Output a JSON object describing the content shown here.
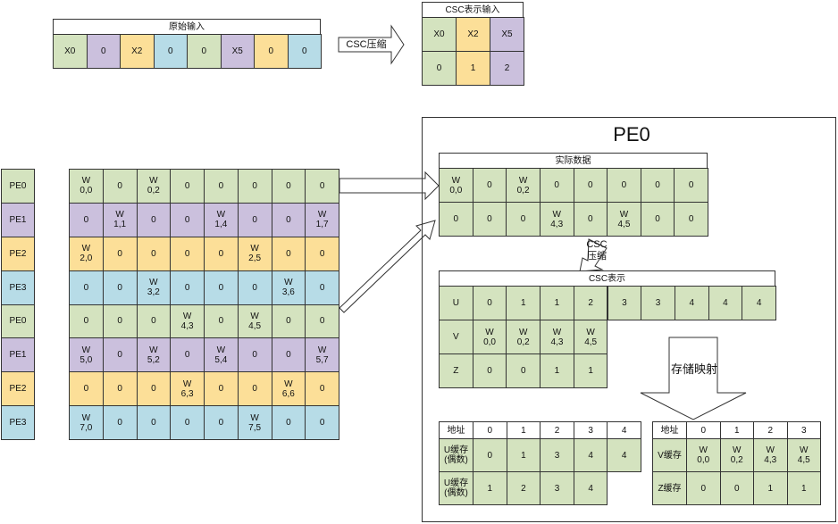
{
  "orig": {
    "title": "原始输入",
    "cells": [
      "X0",
      "0",
      "X2",
      "0",
      "0",
      "X5",
      "0",
      "0"
    ],
    "colors": [
      "g",
      "p",
      "y",
      "b",
      "g",
      "p",
      "y",
      "b"
    ]
  },
  "csc_arrow_label": "CSC压缩",
  "csc_top": {
    "title": "CSC表示输入",
    "row1": [
      "X0",
      "X2",
      "X5"
    ],
    "row2": [
      "0",
      "1",
      "2"
    ],
    "colors": [
      "g",
      "y",
      "p"
    ]
  },
  "pe_labels": [
    "PE0",
    "PE1",
    "PE2",
    "PE3",
    "PE0",
    "PE1",
    "PE2",
    "PE3"
  ],
  "pe_colors": [
    "g",
    "p",
    "y",
    "b",
    "g",
    "p",
    "y",
    "b"
  ],
  "matrix": [
    [
      "W\n0,0",
      "0",
      "W\n0,2",
      "0",
      "0",
      "0",
      "0",
      "0"
    ],
    [
      "0",
      "W\n1,1",
      "0",
      "0",
      "W\n1,4",
      "0",
      "0",
      "W\n1,7"
    ],
    [
      "W\n2,0",
      "0",
      "0",
      "0",
      "0",
      "W\n2,5",
      "0",
      "0"
    ],
    [
      "0",
      "0",
      "W\n3,2",
      "0",
      "0",
      "0",
      "W\n3,6",
      "0"
    ],
    [
      "0",
      "0",
      "0",
      "W\n4,3",
      "0",
      "W\n4,5",
      "0",
      "0"
    ],
    [
      "W\n5,0",
      "0",
      "W\n5,2",
      "0",
      "W\n5,4",
      "0",
      "0",
      "W\n5,7"
    ],
    [
      "0",
      "0",
      "0",
      "W\n6,3",
      "0",
      "0",
      "W\n6,6",
      "0"
    ],
    [
      "W\n7,0",
      "0",
      "0",
      "0",
      "0",
      "W\n7,5",
      "0",
      "0"
    ]
  ],
  "pe0": {
    "title": "PE0",
    "actual_title": "实际数据",
    "actual": [
      [
        "W\n0,0",
        "0",
        "W\n0,2",
        "0",
        "0",
        "0",
        "0",
        "0"
      ],
      [
        "0",
        "0",
        "0",
        "W\n4,3",
        "0",
        "W\n4,5",
        "0",
        "0"
      ]
    ],
    "compress_label": "CSC\n压缩",
    "csc_title": "CSC表示",
    "u_label": "U",
    "u_values": [
      "0",
      "1",
      "1",
      "2",
      "3",
      "3",
      "4",
      "4",
      "4"
    ],
    "v_label": "V",
    "v_values": [
      "W\n0,0",
      "W\n0,2",
      "W\n4,3",
      "W\n4,5"
    ],
    "z_label": "Z",
    "z_values": [
      "0",
      "0",
      "1",
      "1"
    ],
    "map_label": "存储映射",
    "left_table": {
      "addr_label": "地址",
      "addrs": [
        "0",
        "1",
        "2",
        "3",
        "4"
      ],
      "r1_label": "U缓存\n(偶数)",
      "r1": [
        "0",
        "1",
        "3",
        "4",
        "4"
      ],
      "r2_label": "U缓存\n(偶数)",
      "r2": [
        "1",
        "2",
        "3",
        "4"
      ]
    },
    "right_table": {
      "addr_label": "地址",
      "addrs": [
        "0",
        "1",
        "2",
        "3"
      ],
      "r1_label": "V缓存",
      "r1": [
        "W\n0,0",
        "W\n0,2",
        "W\n4,3",
        "W\n4,5"
      ],
      "r2_label": "Z缓存",
      "r2": [
        "0",
        "0",
        "1",
        "1"
      ]
    }
  }
}
